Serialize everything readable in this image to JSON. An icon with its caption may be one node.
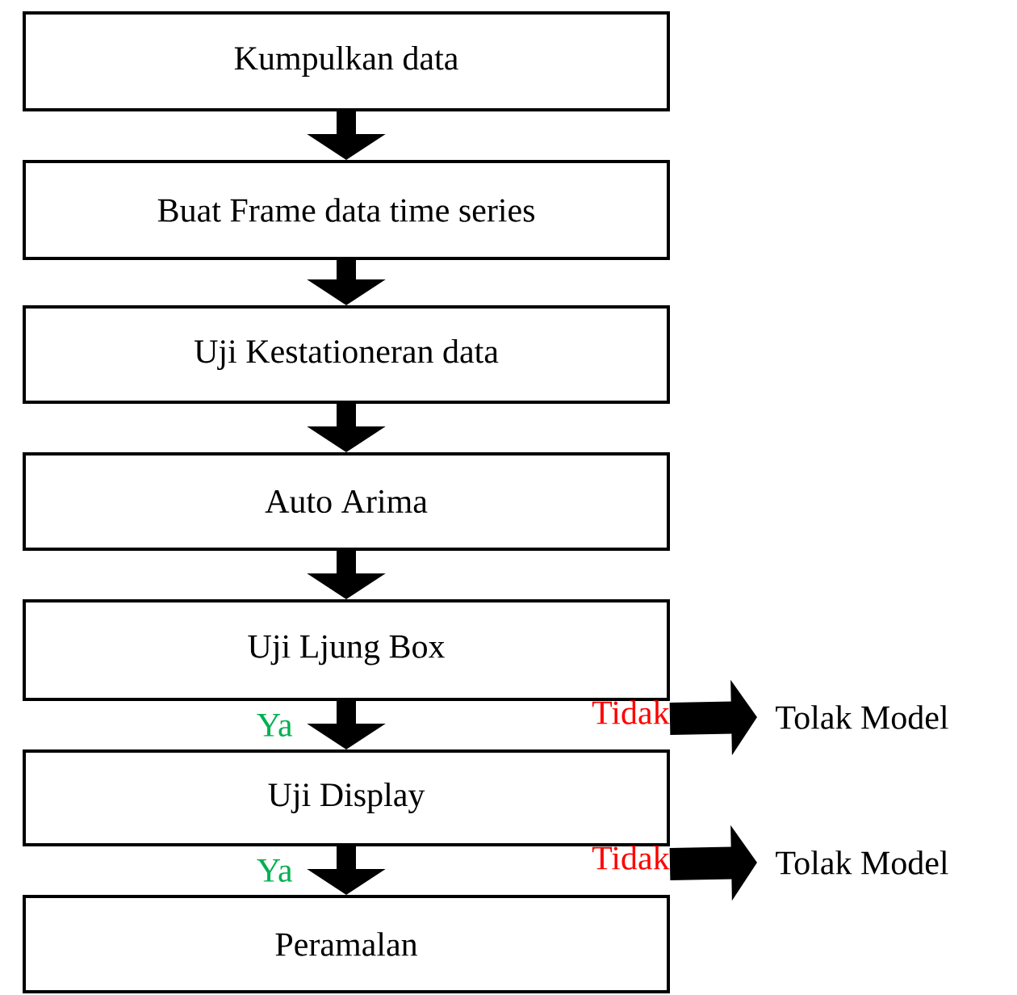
{
  "diagram": {
    "nodes": [
      {
        "text": [
          "Kumpulkan data"
        ]
      },
      {
        "text": [
          "Buat Frame data time series"
        ]
      },
      {
        "text": [
          "Uji Kestationeran data"
        ]
      },
      {
        "text": [
          "Auto Arima"
        ]
      },
      {
        "text": [
          "Uji Ljung Box"
        ]
      },
      {
        "text": [
          "Uji Display"
        ]
      },
      {
        "text": [
          "Peramalan"
        ]
      },
      {
        "text": [
          "Tolak Model"
        ]
      },
      {
        "text": [
          "Tolak Model"
        ]
      }
    ],
    "edges": [
      {
        "from": 0,
        "to": 1,
        "arrow": "to"
      },
      {
        "from": 1,
        "to": 2,
        "arrow": "to"
      },
      {
        "from": 2,
        "to": 3,
        "arrow": "to"
      },
      {
        "from": 3,
        "to": 4,
        "arrow": "to"
      },
      {
        "from": 4,
        "to": 5,
        "arrow": "to",
        "label": "Ya"
      },
      {
        "from": 5,
        "to": 6,
        "arrow": "to",
        "label": "Ya"
      },
      {
        "from": 4,
        "to": 7,
        "arrow": "to",
        "label": "Tidak"
      },
      {
        "from": 5,
        "to": 8,
        "arrow": "to",
        "label": "Tidak"
      }
    ]
  }
}
